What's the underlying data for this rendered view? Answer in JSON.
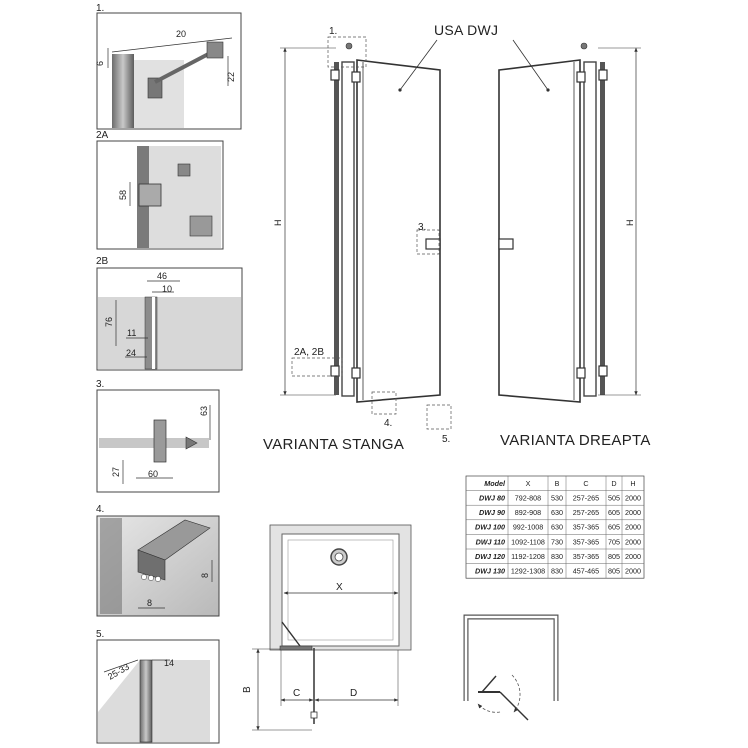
{
  "details": {
    "d1": {
      "label": "1.",
      "dims": [
        "20",
        "6",
        "22"
      ]
    },
    "d2a": {
      "label": "2A",
      "dims": [
        "58"
      ]
    },
    "d2b": {
      "label": "2B",
      "dims": [
        "46",
        "10",
        "76",
        "11",
        "24"
      ]
    },
    "d3": {
      "label": "3.",
      "dims": [
        "63",
        "27",
        "60"
      ]
    },
    "d4": {
      "label": "4.",
      "dims": [
        "8",
        "8"
      ]
    },
    "d5": {
      "label": "5.",
      "dims": [
        "25-33",
        "14"
      ]
    }
  },
  "elevation": {
    "product_label": "USA DWJ",
    "callouts": [
      "1.",
      "3.",
      "2A, 2B",
      "4.",
      "5."
    ],
    "height_label": "H",
    "left_variant": "VARIANTA STANGA",
    "right_variant": "VARIANTA DREAPTA"
  },
  "table": {
    "headers": [
      "Model",
      "X",
      "B",
      "C",
      "D",
      "H"
    ],
    "rows": [
      [
        "DWJ 80",
        "792-808",
        "530",
        "257-265",
        "505",
        "2000"
      ],
      [
        "DWJ 90",
        "892-908",
        "630",
        "257-265",
        "605",
        "2000"
      ],
      [
        "DWJ 100",
        "992-1008",
        "630",
        "357-365",
        "605",
        "2000"
      ],
      [
        "DWJ 110",
        "1092-1108",
        "730",
        "357-365",
        "705",
        "2000"
      ],
      [
        "DWJ 120",
        "1192-1208",
        "830",
        "357-365",
        "805",
        "2000"
      ],
      [
        "DWJ 130",
        "1292-1308",
        "830",
        "457-465",
        "805",
        "2000"
      ]
    ]
  },
  "plan": {
    "x_label": "X",
    "b_label": "B",
    "c_label": "C",
    "d_label": "D"
  }
}
